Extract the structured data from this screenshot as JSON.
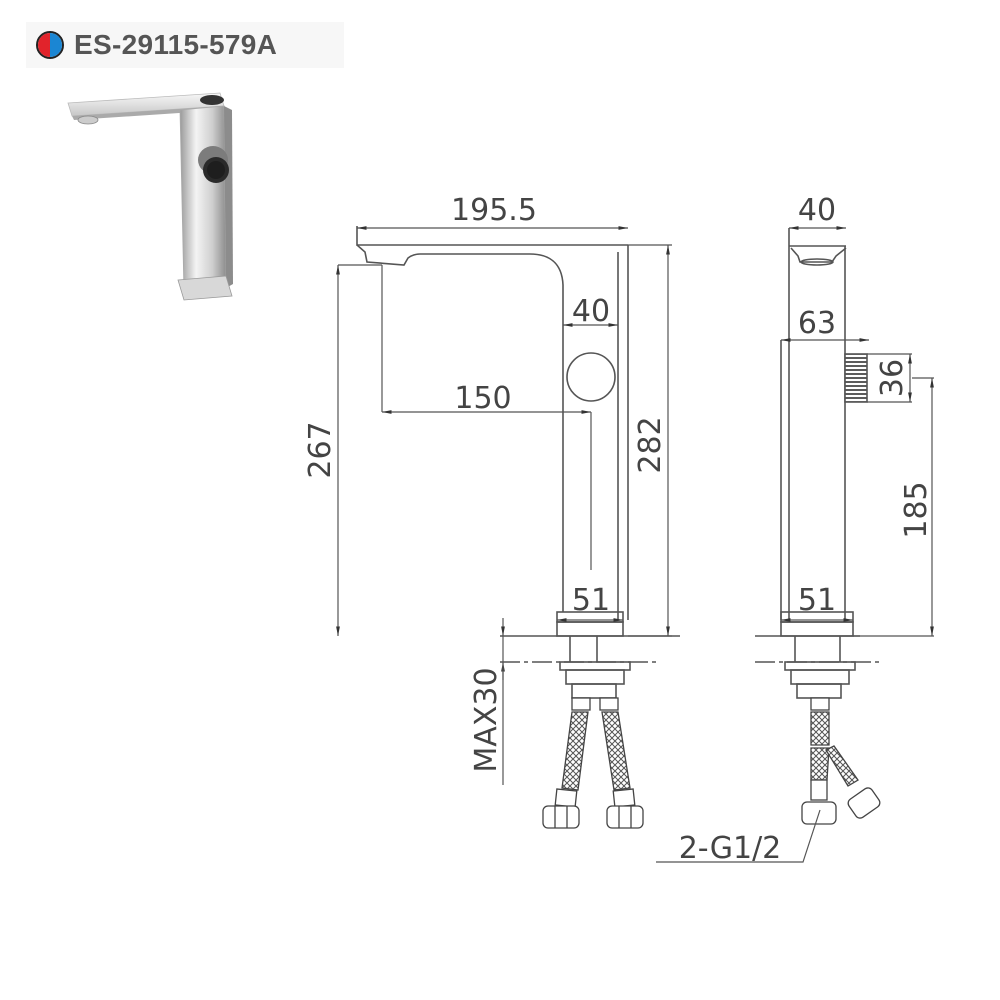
{
  "header": {
    "model_code": "ES-29115-579A",
    "icon": "hot-cold-indicator-icon",
    "colors": {
      "hot": "#e1232b",
      "cold": "#1b86d3",
      "text": "#555555"
    }
  },
  "product_photo": {
    "label": "single-lever-tall-basin-mixer-render"
  },
  "front_view": {
    "dims": {
      "spout_length": "195.5",
      "body_width_top": "40",
      "handle_offset": "150",
      "spout_height": "267",
      "total_height": "282",
      "base_width": "51",
      "max_deck_thickness": "MAX30"
    }
  },
  "side_view": {
    "dims": {
      "top_width": "40",
      "depth_with_handle": "63",
      "handle_diameter": "36",
      "handle_height": "185",
      "base_width": "51",
      "hose_thread": "2-G1/2"
    }
  },
  "drawing_colors": {
    "line": "#444444",
    "dim_line": "#555555"
  }
}
